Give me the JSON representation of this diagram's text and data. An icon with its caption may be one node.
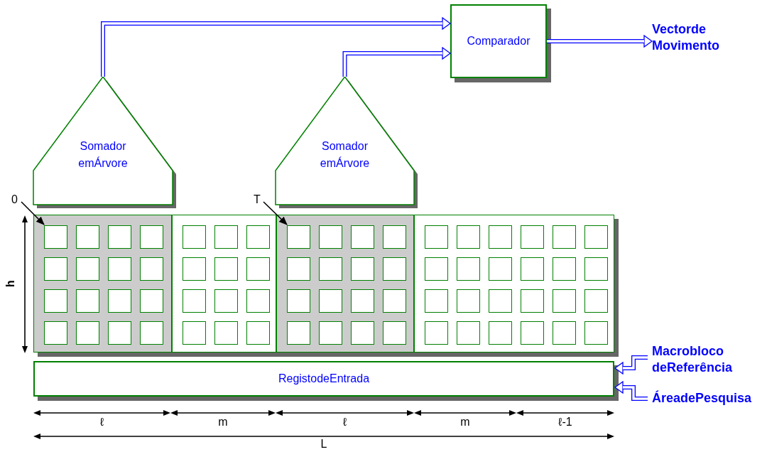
{
  "diagram": {
    "nodes": [
      {
        "text": [
          "Comparador"
        ]
      },
      {
        "text": [
          "Vectorde Movimento"
        ]
      },
      {
        "text": [
          "Somador emÁrvore"
        ]
      },
      {
        "text": [
          "Somador emÁrvore"
        ]
      },
      {
        "text": [
          "0"
        ]
      },
      {
        "text": [
          "T"
        ]
      },
      {
        "text": [],
        "shape": "box"
      },
      {
        "text": [],
        "shape": "box",
        "in": 6
      },
      {
        "text": [],
        "shape": "box"
      },
      {
        "text": [],
        "shape": "box"
      },
      {
        "text": [],
        "shape": "box",
        "in": 9
      },
      {
        "text": [],
        "shape": "box"
      },
      {
        "text": [
          "RegistodeEntrada"
        ]
      },
      {
        "text": [
          "Macrobloco deReferência"
        ]
      },
      {
        "text": [
          "ÁreadePesquisa"
        ]
      }
    ],
    "edges": [
      {
        "from": 2,
        "to": 0,
        "arrow": "to"
      },
      {
        "from": 3,
        "to": 0,
        "arrow": "to"
      },
      {
        "from": 0,
        "to": 1,
        "arrow": "to"
      },
      {
        "from": 4,
        "to": 7,
        "arrow": "to",
        "color": "#000000"
      },
      {
        "from": 5,
        "to": 10,
        "arrow": "to",
        "color": "#000000"
      },
      {
        "from": 13,
        "to": 12,
        "arrow": "to"
      },
      {
        "from": 14,
        "to": 12,
        "arrow": "to"
      }
    ],
    "labels": [
      "h",
      "ℓ",
      "m",
      "ℓ",
      "m",
      "ℓ-1",
      "L"
    ]
  }
}
